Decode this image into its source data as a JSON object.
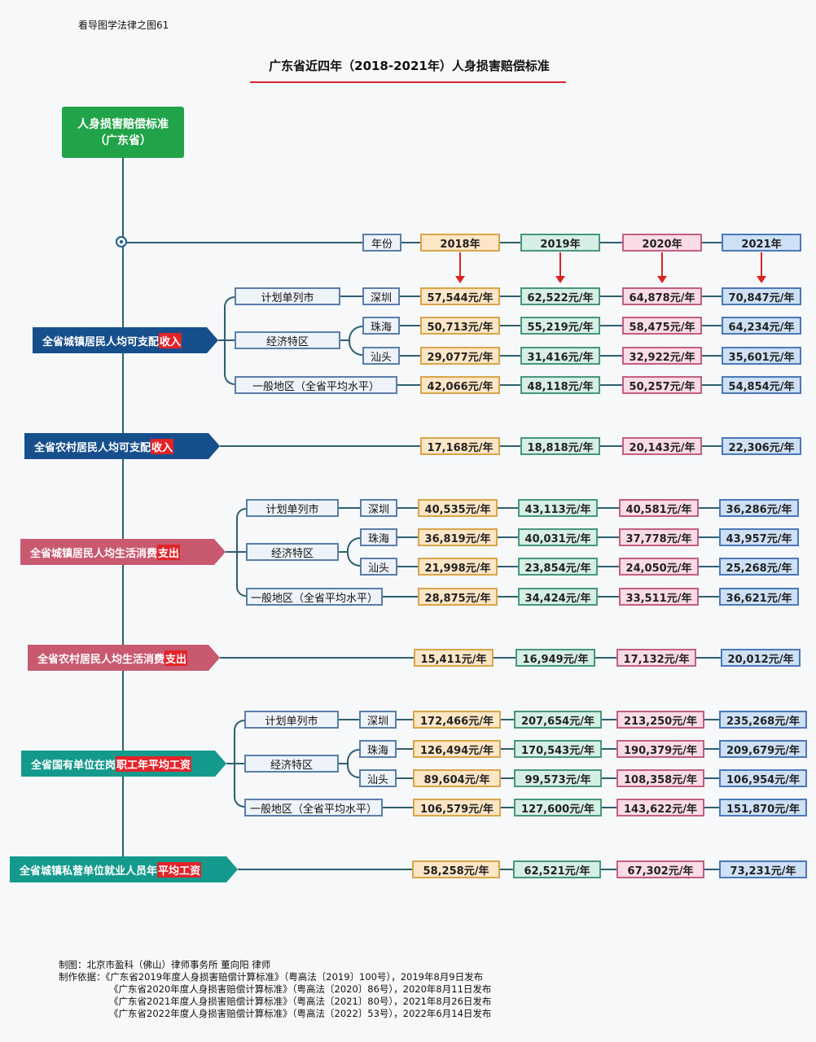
{
  "corner_note": "看导图学法律之图61",
  "title": "广东省近四年（2018-2021年）人身损害赔偿标准",
  "root": {
    "line1": "人身损害赔偿标准",
    "line2": "（广东省）"
  },
  "year_label": "年份",
  "years": [
    "2018年",
    "2019年",
    "2020年",
    "2021年"
  ],
  "labels": {
    "plan_city": "计划单列市",
    "sez": "经济特区",
    "general": "一般地区（全省平均水平）",
    "shenzhen": "深圳",
    "zhuhai": "珠海",
    "shantou": "汕头"
  },
  "categories": {
    "urban_income": {
      "text": "全省城镇居民人均可支配",
      "highlight": "收入",
      "color": "#174f8c"
    },
    "rural_income": {
      "text": "全省农村居民人均可支配",
      "highlight": "收入",
      "color": "#174f8c"
    },
    "urban_spend": {
      "text": "全省城镇居民人均生活消费",
      "highlight": "支出",
      "color": "#c8596f"
    },
    "rural_spend": {
      "text": "全省农村居民人均生活消费",
      "highlight": "支出",
      "color": "#c8596f"
    },
    "state_wage": {
      "text": "全省国有单位在岗",
      "highlight": "职工年平均工资",
      "color": "#149a8c"
    },
    "private_wage": {
      "text": "全省城镇私营单位就业人员年",
      "highlight": "平均工资",
      "color": "#149a8c"
    }
  },
  "values": {
    "urban_income": {
      "shenzhen": [
        "57,544元/年",
        "62,522元/年",
        "64,878元/年",
        "70,847元/年"
      ],
      "zhuhai": [
        "50,713元/年",
        "55,219元/年",
        "58,475元/年",
        "64,234元/年"
      ],
      "shantou": [
        "29,077元/年",
        "31,416元/年",
        "32,922元/年",
        "35,601元/年"
      ],
      "general": [
        "42,066元/年",
        "48,118元/年",
        "50,257元/年",
        "54,854元/年"
      ]
    },
    "rural_income": [
      "17,168元/年",
      "18,818元/年",
      "20,143元/年",
      "22,306元/年"
    ],
    "urban_spend": {
      "shenzhen": [
        "40,535元/年",
        "43,113元/年",
        "40,581元/年",
        "36,286元/年"
      ],
      "zhuhai": [
        "36,819元/年",
        "40,031元/年",
        "37,778元/年",
        "43,957元/年"
      ],
      "shantou": [
        "21,998元/年",
        "23,854元/年",
        "24,050元/年",
        "25,268元/年"
      ],
      "general": [
        "28,875元/年",
        "34,424元/年",
        "33,511元/年",
        "36,621元/年"
      ]
    },
    "rural_spend": [
      "15,411元/年",
      "16,949元/年",
      "17,132元/年",
      "20,012元/年"
    ],
    "state_wage": {
      "shenzhen": [
        "172,466元/年",
        "207,654元/年",
        "213,250元/年",
        "235,268元/年"
      ],
      "zhuhai": [
        "126,494元/年",
        "170,543元/年",
        "190,379元/年",
        "209,679元/年"
      ],
      "shantou": [
        "89,604元/年",
        "99,573元/年",
        "108,358元/年",
        "106,954元/年"
      ],
      "general": [
        "106,579元/年",
        "127,600元/年",
        "143,622元/年",
        "151,870元/年"
      ]
    },
    "private_wage": [
      "58,258元/年",
      "62,521元/年",
      "67,302元/年",
      "73,231元/年"
    ]
  },
  "footer": {
    "maker": "制图：北京市盈科（佛山）律师事务所  董向阳 律师",
    "basis": [
      "制作依据：《广东省2019年度人身损害赔偿计算标准》（粤高法〔2019〕100号），2019年8月9日发布",
      "《广东省2020年度人身损害赔偿计算标准》（粤高法〔2020〕86号），2020年8月11日发布",
      "《广东省2021年度人身损害赔偿计算标准》（粤高法〔2021〕80号），2021年8月26日发布",
      "《广东省2022年度人身损害赔偿计算标准》（粤高法〔2022〕53号），2022年6月14日发布"
    ]
  }
}
